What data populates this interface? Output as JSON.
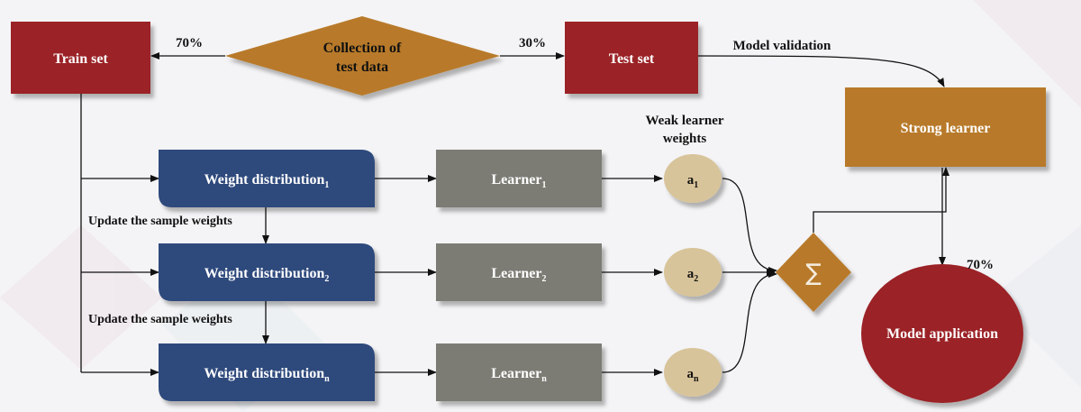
{
  "colors": {
    "background": "#f4f4f6",
    "train_test_box": "#9b2226",
    "collection_diamond": "#b87a2a",
    "weight_box": "#2f4a7c",
    "learner_box": "#7b7b75",
    "weight_circle": "#d8c49a",
    "sum_diamond": "#b87a2a",
    "strong_learner_box": "#b87a2a",
    "model_application_ellipse": "#9b2226"
  },
  "nodes": {
    "train_set": "Train set",
    "collection_line1": "Collection of",
    "collection_line2": "test data",
    "test_set": "Test set",
    "strong_learner": "Strong learner",
    "model_application": "Model application",
    "sum_symbol": "∑",
    "weight_distribution": [
      {
        "base": "Weight distribution",
        "sub": "1"
      },
      {
        "base": "Weight distribution",
        "sub": "2"
      },
      {
        "base": "Weight distribution",
        "sub": "n"
      }
    ],
    "learners": [
      {
        "base": "Learner",
        "sub": "1"
      },
      {
        "base": "Learner",
        "sub": "2"
      },
      {
        "base": "Learner",
        "sub": "n"
      }
    ],
    "weights": [
      {
        "base": "a",
        "sub": "1"
      },
      {
        "base": "a",
        "sub": "2"
      },
      {
        "base": "a",
        "sub": "n"
      }
    ]
  },
  "labels": {
    "train_pct": "70%",
    "test_pct": "30%",
    "model_validation": "Model validation",
    "weak_learner_line1": "Weak learner",
    "weak_learner_line2": "weights",
    "update_weights_1": "Update the sample weights",
    "update_weights_2": "Update the sample weights",
    "application_pct": "70%"
  }
}
